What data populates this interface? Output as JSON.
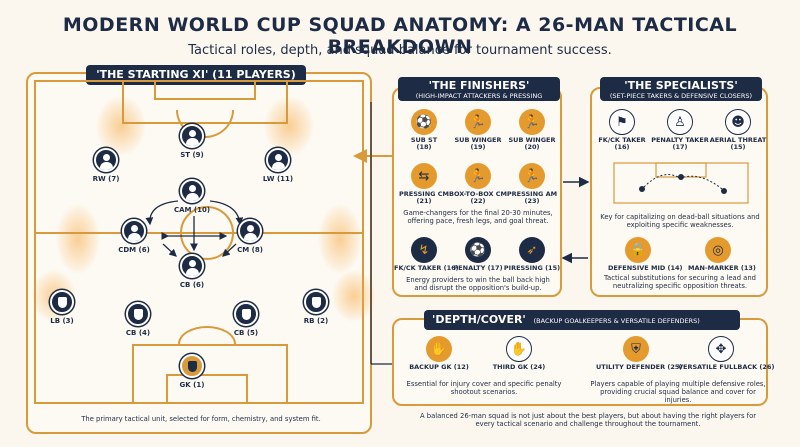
{
  "header": {
    "title": "MODERN WORLD CUP SQUAD ANATOMY: A 26-MAN TACTICAL BREAKDOWN",
    "subtitle": "Tactical roles, depth, and squad balance for tournament success."
  },
  "starting_xi": {
    "title": "'THE STARTING XI' (11 PLAYERS)",
    "footer": "The primary tactical unit, selected for form, chemistry, and system fit.",
    "players": [
      {
        "label": "ST (9)"
      },
      {
        "label": "RW (7)"
      },
      {
        "label": "LW (11)"
      },
      {
        "label": "CAM (10)"
      },
      {
        "label": "CDM (6)"
      },
      {
        "label": "CM (8)"
      },
      {
        "label": "CB (6)"
      },
      {
        "label": "LB (3)"
      },
      {
        "label": "CB (4)"
      },
      {
        "label": "CB (5)"
      },
      {
        "label": "RB (2)"
      },
      {
        "label": "GK (1)"
      }
    ]
  },
  "finishers": {
    "title": "'THE FINISHERS'",
    "subtitle": "(HIGH-IMPACT ATTACKERS & PRESSING MIDFIELDERS)",
    "row1": [
      {
        "label": "SUB ST",
        "num": "(18)",
        "icon": "striker-icon"
      },
      {
        "label": "SUB WINGER",
        "num": "(19)",
        "icon": "runner-icon"
      },
      {
        "label": "SUB WINGER",
        "num": "(20)",
        "icon": "runner-icon"
      }
    ],
    "row2": [
      {
        "label": "PRESSING CM",
        "num": "(21)",
        "icon": "press-icon"
      },
      {
        "label": "BOX-TO-BOX CM",
        "num": "(22)",
        "icon": "runner-icon"
      },
      {
        "label": "PRESSING AM",
        "num": "(23)",
        "icon": "runner-icon"
      }
    ],
    "desc1": "Game-changers for the final 20-30 minutes, offering pace, fresh legs, and goal threat.",
    "row3": [
      {
        "label": "FK/CK TAKER (16)",
        "icon": "free-kick-icon"
      },
      {
        "label": "PENALTY (17)",
        "icon": "penalty-icon"
      },
      {
        "label": "PIRESSING (15)",
        "icon": "target-icon"
      }
    ],
    "desc2": "Energy providers to win the ball back high and disrupt the opposition's build-up."
  },
  "specialists": {
    "title": "'THE SPECIALISTS'",
    "subtitle": "(SET-PIECE TAKERS & DEFENSIVE CLOSERS)",
    "row1": [
      {
        "label": "FK/CK TAKER",
        "num": "(16)",
        "icon": "corner-flag-icon"
      },
      {
        "label": "PENALTY TAKER",
        "num": "(17)",
        "icon": "penalty-taker-icon"
      },
      {
        "label": "AERIAL THREAT",
        "num": "(15)",
        "icon": "header-icon"
      }
    ],
    "desc1": "Key for capitalizing on dead-ball situations and exploiting specific weaknesses.",
    "row2": [
      {
        "label": "DEFENSIVE MID (14)",
        "icon": "lock-icon"
      },
      {
        "label": "MAN-MARKER (13)",
        "icon": "marker-icon"
      }
    ],
    "desc2": "Tactical substitutions for securing a lead and neutralizing specific opposition threats."
  },
  "depth": {
    "title": "'DEPTH/COVER'",
    "subtitle": "(BACKUP GOALKEEPERS & VERSATILE DEFENDERS)",
    "gk": [
      {
        "label": "BACKUP GK (12)",
        "icon": "glove-icon"
      },
      {
        "label": "THIRD GK (24)",
        "icon": "glove-icon"
      }
    ],
    "gk_desc": "Essential for injury cover and specific penalty shootout scenarios.",
    "def": [
      {
        "label": "UTILITY DEFENDER (25)",
        "icon": "shield-icon"
      },
      {
        "label": "VERSATILE FULLBACK (26)",
        "icon": "arrows-icon"
      }
    ],
    "def_desc": "Players capable of playing multiple defensive roles, providing crucial squad balance and cover for injuries."
  },
  "bottom": {
    "summary": "A balanced 26-man squad is not just about the best players, but about having the right players for every tactical scenario and challenge throughout the tournament."
  },
  "colors": {
    "navy": "#1d2b45",
    "orange": "#e59a2e",
    "line": "#d99a3c",
    "background": "#fbf7ef"
  }
}
